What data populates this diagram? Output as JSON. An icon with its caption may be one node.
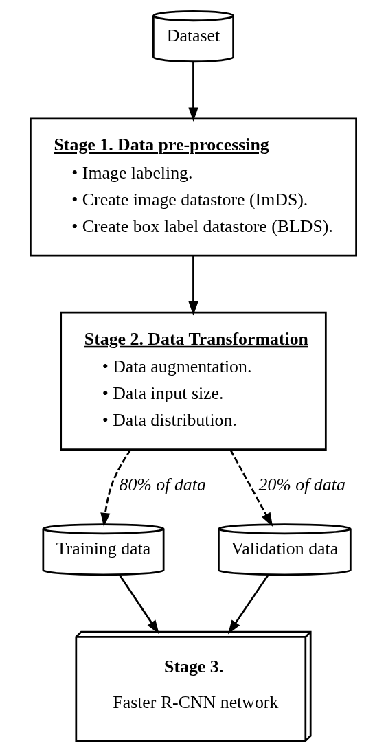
{
  "diagram": {
    "nodes": [
      {
        "text": [
          "Dataset"
        ]
      },
      {
        "text": [
          "Stage 1. Data pre-processing",
          "• Image labeling.",
          "• Create image datastore (ImDS).",
          "• Create box label datastore (BLDS)."
        ]
      },
      {
        "text": [
          "Stage 2. Data Transformation",
          "• Data augmentation.",
          "• Data input size.",
          "• Data distribution."
        ]
      },
      {
        "text": [
          "Training data"
        ]
      },
      {
        "text": [
          "Validation data"
        ]
      },
      {
        "text": [
          "Stage 3.",
          "Faster R-CNN network"
        ]
      }
    ],
    "edges": [
      {
        "from": 0,
        "to": 1,
        "arrow": "to"
      },
      {
        "from": 1,
        "to": 2,
        "arrow": "to"
      },
      {
        "from": 2,
        "to": 3,
        "arrow": "to",
        "label": "80% of data",
        "style": "dashed"
      },
      {
        "from": 2,
        "to": 4,
        "arrow": "to",
        "label": "20% of data",
        "style": "dashed"
      },
      {
        "from": 3,
        "to": 5,
        "arrow": "to"
      },
      {
        "from": 4,
        "to": 5,
        "arrow": "to"
      }
    ]
  }
}
